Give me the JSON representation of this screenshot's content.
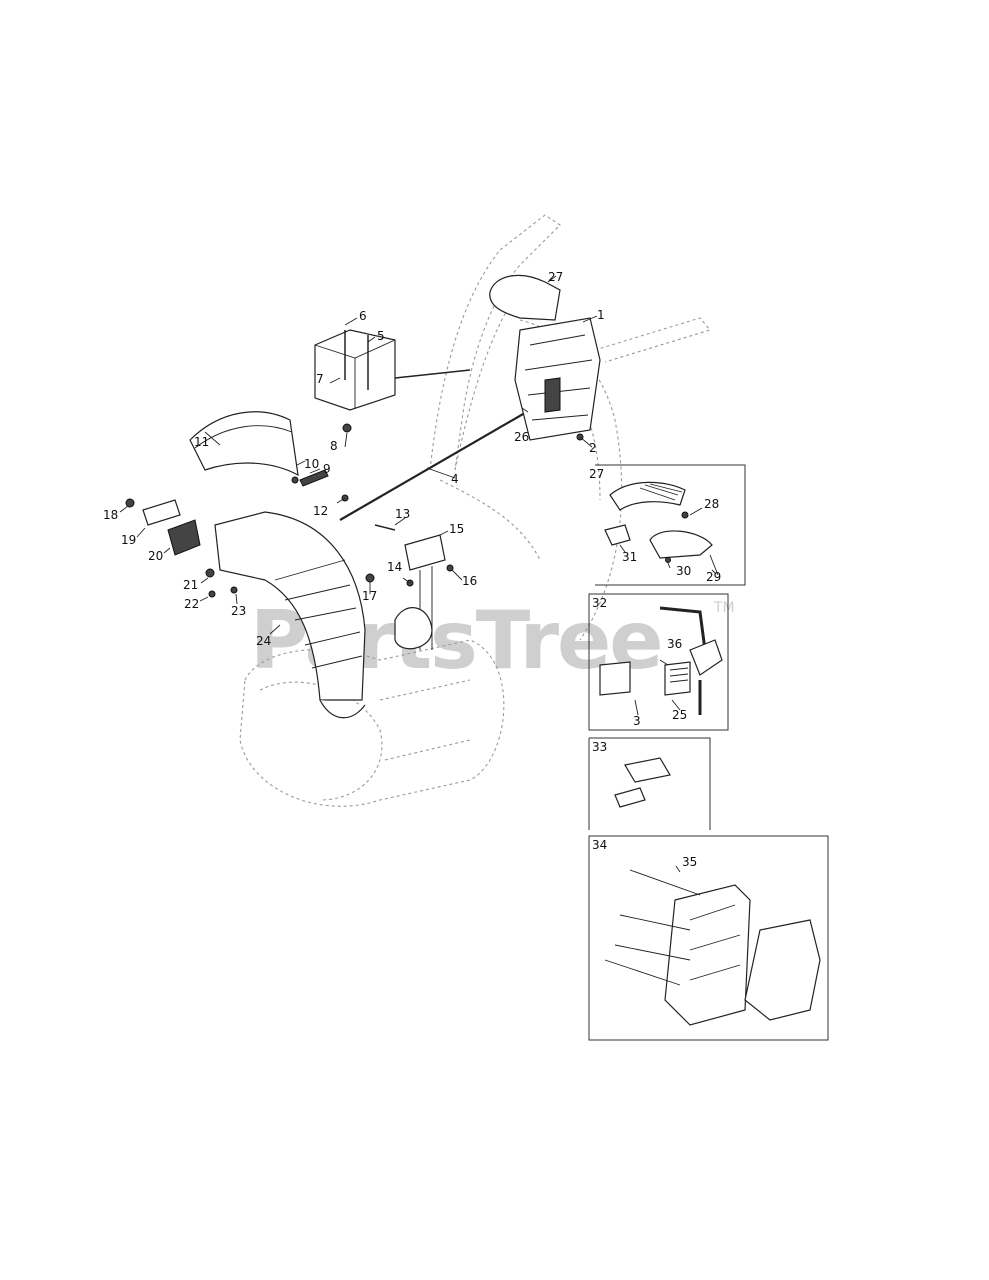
{
  "watermark": {
    "text": "PartsTree",
    "trademark": "TM"
  },
  "callouts": {
    "c1": "1",
    "c2": "2",
    "c3": "3",
    "c4": "4",
    "c5": "5",
    "c6": "6",
    "c7": "7",
    "c8": "8",
    "c9": "9",
    "c10": "10",
    "c11": "11",
    "c12": "12",
    "c13": "13",
    "c14": "14",
    "c15": "15",
    "c16": "16",
    "c17": "17",
    "c18": "18",
    "c19": "19",
    "c20": "20",
    "c21": "21",
    "c22": "22",
    "c23": "23",
    "c24": "24",
    "c25": "25",
    "c26": "26",
    "c27": "27",
    "c28": "28",
    "c29": "29",
    "c30": "30",
    "c31": "31",
    "c32": "32",
    "c33": "33",
    "c34": "34",
    "c35": "35",
    "c36": "36"
  },
  "insets": {
    "i27": {
      "title": "27",
      "items": [
        "28",
        "29",
        "30",
        "31"
      ]
    },
    "i32": {
      "title": "32",
      "items": [
        "36",
        "3",
        "25"
      ]
    },
    "i33": {
      "title": "33"
    },
    "i34": {
      "title": "34",
      "items": [
        "35"
      ]
    }
  }
}
